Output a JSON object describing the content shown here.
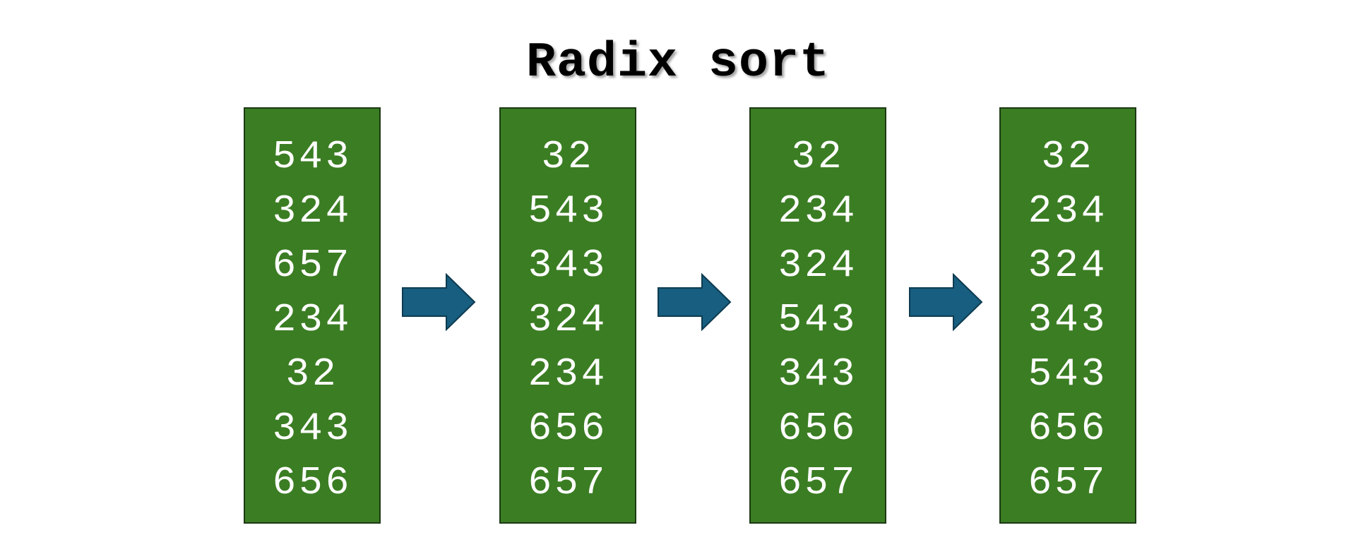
{
  "title": "Radix sort",
  "columns": [
    {
      "items": [
        "543",
        "324",
        "657",
        "234",
        "32",
        "343",
        "656"
      ]
    },
    {
      "items": [
        "32",
        "543",
        "343",
        "324",
        "234",
        "656",
        "657"
      ]
    },
    {
      "items": [
        "32",
        "234",
        "324",
        "543",
        "343",
        "656",
        "657"
      ]
    },
    {
      "items": [
        "32",
        "234",
        "324",
        "343",
        "543",
        "656",
        "657"
      ]
    }
  ],
  "colors": {
    "column_fill": "#3b7d23",
    "column_border": "#1d3a14",
    "arrow_fill": "#175e80",
    "arrow_stroke": "#0e3b50",
    "text": "#ffffff"
  },
  "icons": {
    "arrow": "right-arrow-icon"
  }
}
